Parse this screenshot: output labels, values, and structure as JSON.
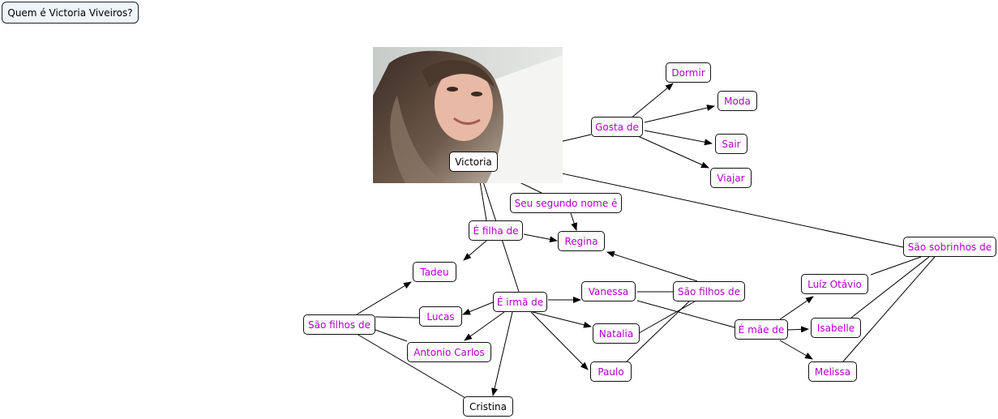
{
  "title": "Quem é Victoria Viveiros?",
  "colors": {
    "link_text": "#b000c8",
    "concept_text": "#000000",
    "line": "#000000"
  },
  "photo": {
    "subject": "Victoria"
  },
  "nodes": {
    "victoria": "Victoria",
    "gosta_de": "Gosta de",
    "dormir": "Dormir",
    "moda": "Moda",
    "sair": "Sair",
    "viajar": "Viajar",
    "segundo_nome": "Seu segundo nome é",
    "regina": "Regina",
    "filha_de": "É filha de",
    "tadeu": "Tadeu",
    "irma_de": "É irmã de",
    "vanessa": "Vanessa",
    "natalia": "Natalia",
    "paulo": "Paulo",
    "lucas": "Lucas",
    "antonio": "Antonio Carlos",
    "cristina": "Cristina",
    "sao_filhos_left": "São filhos de",
    "sao_filhos_right": "São filhos de",
    "mae_de": "É mãe de",
    "luiz": "Luíz Otávio",
    "isabelle": "Isabelle",
    "melissa": "Melissa",
    "sobrinhos": "São sobrinhos de"
  }
}
